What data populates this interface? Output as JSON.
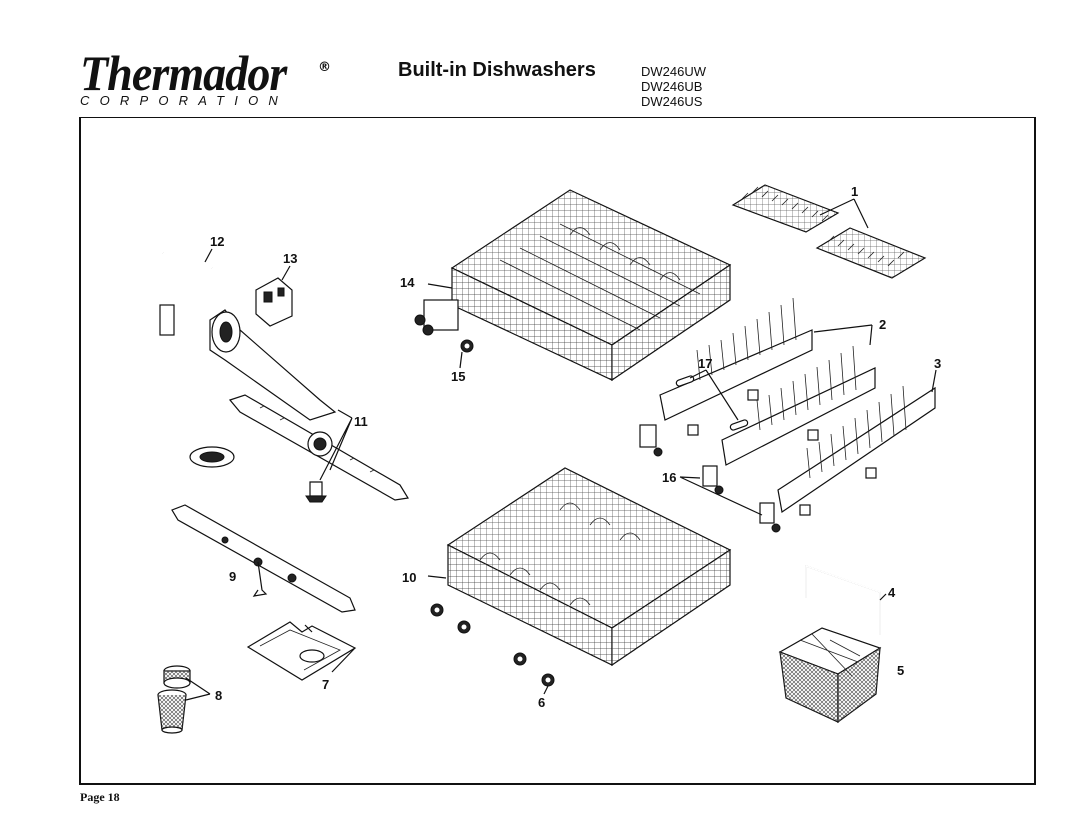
{
  "header": {
    "brand": "Thermador",
    "brand_mark": "®",
    "brand_sub": "CORPORATION",
    "title": "Built-in Dishwashers",
    "models": [
      "DW246UW",
      "DW246UB",
      "DW246US"
    ]
  },
  "footer": {
    "page": "Page 18"
  },
  "callouts": [
    "1",
    "2",
    "3",
    "4",
    "5",
    "6",
    "7",
    "8",
    "9",
    "10",
    "11",
    "12",
    "13",
    "14",
    "15",
    "16",
    "17"
  ],
  "parts": [
    {
      "number": "1",
      "icon": "cup-shelf-icon"
    },
    {
      "number": "2",
      "icon": "tine-row-icon"
    },
    {
      "number": "3",
      "icon": "tine-row-icon"
    },
    {
      "number": "4",
      "icon": "basket-handle-icon"
    },
    {
      "number": "5",
      "icon": "silverware-basket-icon"
    },
    {
      "number": "6",
      "icon": "rack-wheel-icon"
    },
    {
      "number": "7",
      "icon": "filter-plate-icon"
    },
    {
      "number": "8",
      "icon": "filter-cup-icon"
    },
    {
      "number": "9",
      "icon": "lower-spray-arm-icon"
    },
    {
      "number": "10",
      "icon": "lower-rack-icon"
    },
    {
      "number": "11",
      "icon": "upper-spray-arm-icon"
    },
    {
      "number": "12",
      "icon": "supply-tube-icon"
    },
    {
      "number": "13",
      "icon": "bracket-icon"
    },
    {
      "number": "14",
      "icon": "upper-rack-icon"
    },
    {
      "number": "15",
      "icon": "rack-wheel-icon"
    },
    {
      "number": "16",
      "icon": "clip-icon"
    },
    {
      "number": "17",
      "icon": "pin-icon"
    }
  ]
}
